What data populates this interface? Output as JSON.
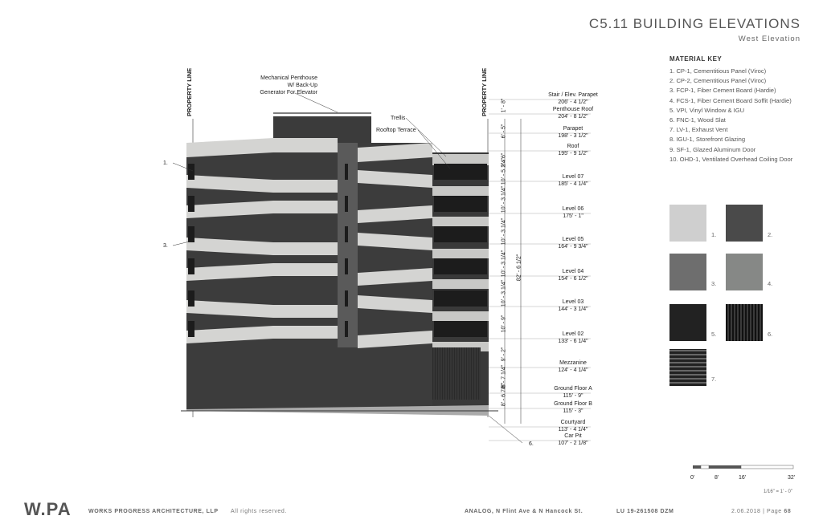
{
  "header": {
    "title": "C5.11 BUILDING ELEVATIONS",
    "subtitle": "West Elevation"
  },
  "material_key": {
    "heading": "MATERIAL KEY",
    "items": [
      "1. CP-1, Cementitious Panel (Viroc)",
      "2. CP-2, Cementitious Panel (Viroc)",
      "3. FCP-1, Fiber Cement Board (Hardie)",
      "4. FCS-1, Fiber Cement Board Soffit (Hardie)",
      "5. VPI, Vinyl Window & IGU",
      "6. FNC-1, Wood Slat",
      "7. LV-1, Exhaust Vent",
      "8. IGU-1, Storefront Glazing",
      "9. SF-1, Glazed Aluminum Door",
      "10. OHD-1, Ventilated Overhead Coiling Door"
    ],
    "swatches": [
      {
        "label": "1.",
        "color": "#cfcfcf"
      },
      {
        "label": "2.",
        "color": "#4a4a4a"
      },
      {
        "label": "3.",
        "color": "#6e6e6e"
      },
      {
        "label": "4.",
        "color": "#868886"
      },
      {
        "label": "5.",
        "color": "#222"
      },
      {
        "label": "6.",
        "color": "#1e1e1e"
      },
      {
        "label": "7.",
        "color": "#3a3a3a"
      }
    ]
  },
  "drawing": {
    "property_line": "PROPERTY LINE",
    "notes": {
      "penthouse": "Mechanical Penthouse\nW/ Back-Up\nGenerator For Elevator",
      "trellis": "Trellis",
      "terrace": "Rooftop Terrace",
      "tag1": "1.",
      "tag3": "3.",
      "tag6": "6."
    },
    "levels": [
      {
        "name": "Stair / Elev. Parapet",
        "elev": "206' - 4 1/2\""
      },
      {
        "name": "Penthouse Roof",
        "elev": "204' - 8 1/2\""
      },
      {
        "name": "Parapet",
        "elev": "198' - 3 1/2\""
      },
      {
        "name": "Roof",
        "elev": "195' - 9 1/2\""
      },
      {
        "name": "Level 07",
        "elev": "185' - 4 1/4\""
      },
      {
        "name": "Level 06",
        "elev": "175' - 1\""
      },
      {
        "name": "Level 05",
        "elev": "164' - 9 3/4\""
      },
      {
        "name": "Level 04",
        "elev": "154' - 6 1/2\""
      },
      {
        "name": "Level 03",
        "elev": "144' - 3 1/4\""
      },
      {
        "name": "Level 02",
        "elev": "133' - 6 1/4\""
      },
      {
        "name": "Mezzanine",
        "elev": "124' - 4 1/4\""
      },
      {
        "name": "Ground Floor A",
        "elev": "115' - 9\""
      },
      {
        "name": "Ground Floor B",
        "elev": "115' - 3\""
      },
      {
        "name": "Courtyard",
        "elev": "113' - 4 1/4\""
      },
      {
        "name": "Car Pit",
        "elev": "107' - 2 1/8\""
      }
    ],
    "dims": [
      "1' - 8\"",
      "6' - 5\"",
      "2' - 6\"",
      "10' - 5 1/4\"",
      "10' - 3 1/4\"",
      "10' - 3 1/4\"",
      "10' - 3 1/4\"",
      "10' - 3 1/4\"",
      "10' - 9\"",
      "9' - 2\"",
      "8' - 7 1/4\"",
      "8' - 6 7/8\"",
      "82' - 6 1/2\""
    ]
  },
  "scale": {
    "ticks": [
      "0'",
      "8'",
      "16'",
      "32'"
    ],
    "note": "1/16\" = 1' - 0\""
  },
  "footer": {
    "logo": "W.PA",
    "firm": "WORKS PROGRESS ARCHITECTURE, LLP",
    "rights": "All rights reserved.",
    "project": "ANALOG, N Flint Ave & N Hancock St.",
    "permit": "LU 19-261508 DZM",
    "date_page": "2.06.2018  |  Page",
    "page_num": "68"
  }
}
